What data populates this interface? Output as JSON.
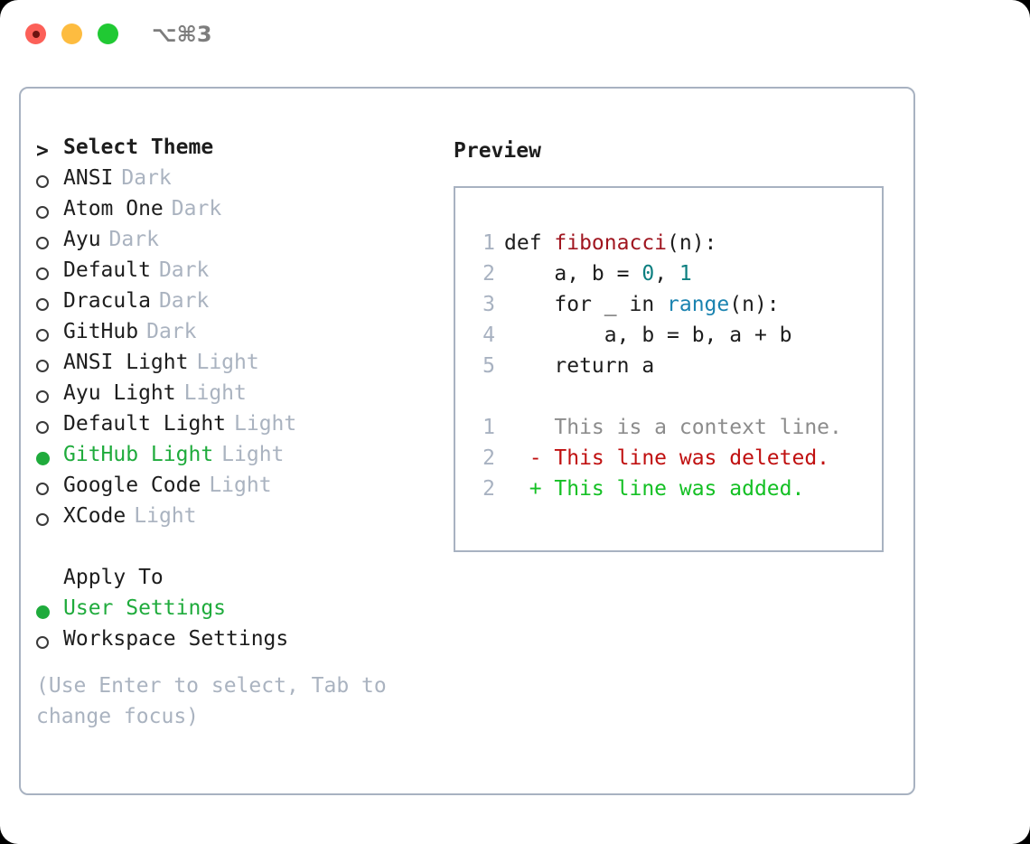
{
  "titlebar": {
    "shortcut": "⌥⌘3",
    "buttons": [
      {
        "name": "close",
        "color": "#fc6058"
      },
      {
        "name": "minimize",
        "color": "#fdbc40"
      },
      {
        "name": "zoom",
        "color": "#20c933"
      }
    ]
  },
  "theme_picker": {
    "heading": {
      "caret": ">",
      "label": "Select Theme"
    },
    "items": [
      {
        "label": "ANSI",
        "suffix": "Dark",
        "selected": false
      },
      {
        "label": "Atom One",
        "suffix": "Dark",
        "selected": false
      },
      {
        "label": "Ayu",
        "suffix": "Dark",
        "selected": false
      },
      {
        "label": "Default",
        "suffix": "Dark",
        "selected": false
      },
      {
        "label": "Dracula",
        "suffix": "Dark",
        "selected": false
      },
      {
        "label": "GitHub",
        "suffix": "Dark",
        "selected": false
      },
      {
        "label": "ANSI Light",
        "suffix": "Light",
        "selected": false
      },
      {
        "label": "Ayu Light",
        "suffix": "Light",
        "selected": false
      },
      {
        "label": "Default Light",
        "suffix": "Light",
        "selected": false
      },
      {
        "label": "GitHub Light",
        "suffix": "Light",
        "selected": true
      },
      {
        "label": "Google Code",
        "suffix": "Light",
        "selected": false
      },
      {
        "label": "XCode",
        "suffix": "Light",
        "selected": false
      }
    ]
  },
  "apply_to": {
    "heading": "Apply To",
    "items": [
      {
        "label": "User Settings",
        "selected": true
      },
      {
        "label": "Workspace Settings",
        "selected": false
      }
    ]
  },
  "hint": "(Use Enter to select, Tab to change focus)",
  "preview": {
    "title": "Preview",
    "code_lines": [
      {
        "no": "1",
        "segments": [
          {
            "t": "def ",
            "c": "plain"
          },
          {
            "t": "fibonacci",
            "c": "fn"
          },
          {
            "t": "(n):",
            "c": "plain"
          }
        ]
      },
      {
        "no": "2",
        "segments": [
          {
            "t": "    a, b = ",
            "c": "plain"
          },
          {
            "t": "0",
            "c": "num"
          },
          {
            "t": ", ",
            "c": "plain"
          },
          {
            "t": "1",
            "c": "num"
          }
        ]
      },
      {
        "no": "3",
        "segments": [
          {
            "t": "    for _ in ",
            "c": "plain"
          },
          {
            "t": "range",
            "c": "call"
          },
          {
            "t": "(n):",
            "c": "plain"
          }
        ]
      },
      {
        "no": "4",
        "segments": [
          {
            "t": "        a, b = b, a + b",
            "c": "plain"
          }
        ]
      },
      {
        "no": "5",
        "segments": [
          {
            "t": "    return a",
            "c": "plain"
          }
        ]
      }
    ],
    "diff_lines": [
      {
        "no": "1",
        "sign": " ",
        "text": "This is a context line.",
        "kind": "context"
      },
      {
        "no": "2",
        "sign": "-",
        "text": "This line was deleted.",
        "kind": "del"
      },
      {
        "no": "2",
        "sign": "+",
        "text": "This line was added.",
        "kind": "add"
      }
    ]
  },
  "colors": {
    "accent_green": "#1fab3c",
    "muted": "#aab3c0",
    "border": "#a8b2c1",
    "syntax_function": "#a01620",
    "syntax_number": "#0d7f80",
    "syntax_call": "#1a83b0",
    "diff_added": "#14c024",
    "diff_deleted": "#c01010",
    "diff_context": "#8c8c8c"
  }
}
